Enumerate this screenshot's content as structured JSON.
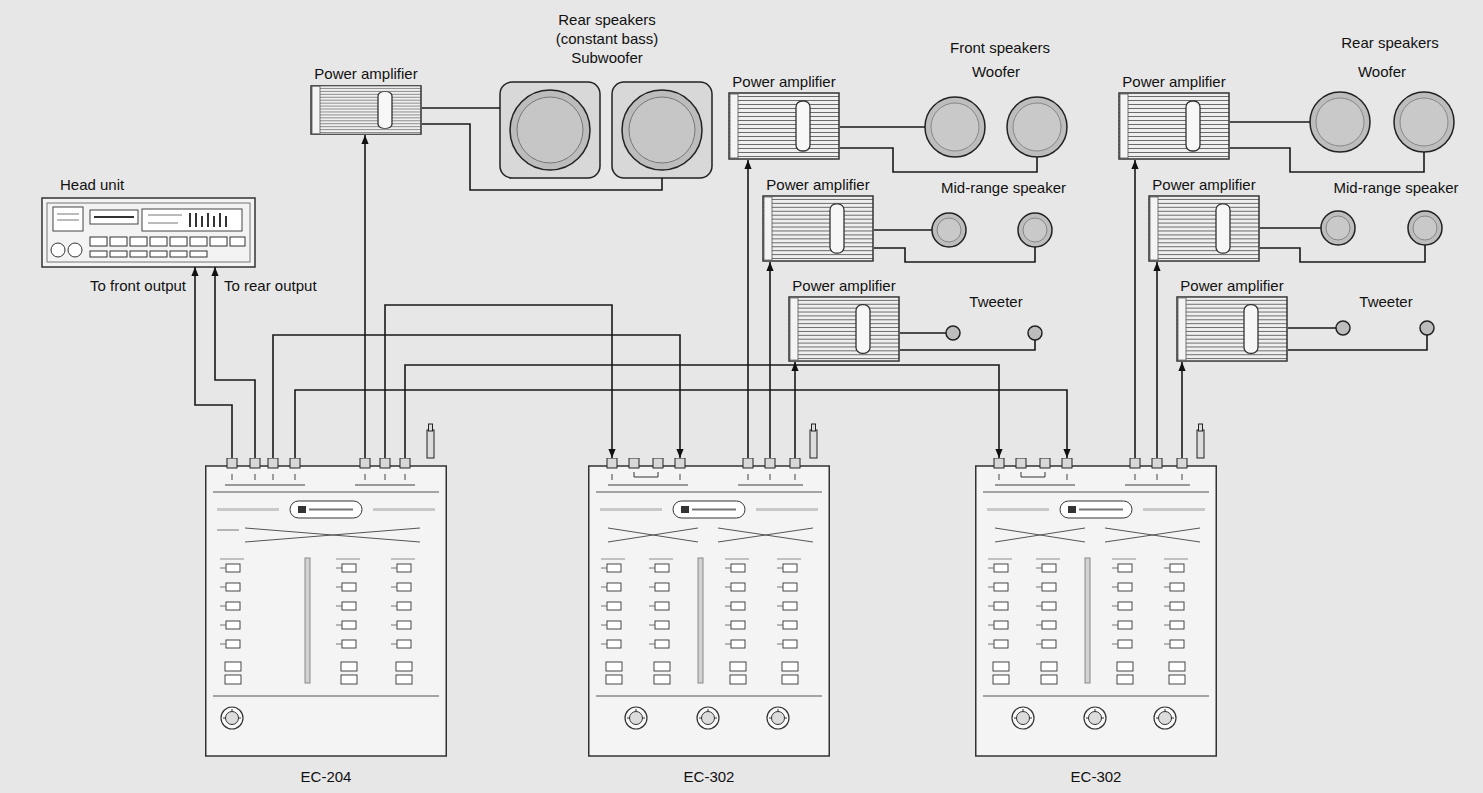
{
  "diagram": {
    "nodes": [
      {
        "text": [
          "Head unit"
        ]
      },
      {
        "text": [
          "Power amplifier"
        ]
      },
      {
        "text": [
          "Rear speakers (constant bass)",
          "Subwoofer"
        ]
      },
      {
        "text": [
          "Power amplifier"
        ]
      },
      {
        "text": [
          "Woofer"
        ]
      },
      {
        "text": [
          "Power amplifier"
        ]
      },
      {
        "text": [
          "Mid-range speaker"
        ]
      },
      {
        "text": [
          "Power amplifier"
        ]
      },
      {
        "text": [
          "Tweeter"
        ]
      },
      {
        "text": [
          "Power amplifier"
        ]
      },
      {
        "text": [
          "Woofer"
        ]
      },
      {
        "text": [
          "Power amplifier"
        ]
      },
      {
        "text": [
          "Mid-range speaker"
        ]
      },
      {
        "text": [
          "Power amplifier"
        ]
      },
      {
        "text": [
          "Tweeter"
        ]
      },
      {
        "text": [
          "EC-204"
        ]
      },
      {
        "text": [
          "EC-302"
        ]
      },
      {
        "text": [
          "EC-302"
        ]
      }
    ],
    "edges": [
      {
        "from": 15,
        "to": 0,
        "arrow": "to"
      },
      {
        "from": 15,
        "to": 0,
        "arrow": "to"
      },
      {
        "from": 15,
        "to": 16,
        "arrow": "to"
      },
      {
        "from": 15,
        "to": 16,
        "arrow": "to"
      },
      {
        "from": 15,
        "to": 17,
        "arrow": "to"
      },
      {
        "from": 15,
        "to": 17,
        "arrow": "to"
      },
      {
        "from": 15,
        "to": 1,
        "arrow": "to"
      },
      {
        "from": 16,
        "to": 3,
        "arrow": "to"
      },
      {
        "from": 16,
        "to": 5,
        "arrow": "to"
      },
      {
        "from": 16,
        "to": 7,
        "arrow": "to"
      },
      {
        "from": 17,
        "to": 9,
        "arrow": "to"
      },
      {
        "from": 17,
        "to": 11,
        "arrow": "to"
      },
      {
        "from": 17,
        "to": 13,
        "arrow": "to"
      },
      {
        "from": 1,
        "to": 2,
        "arrow": "none"
      },
      {
        "from": 3,
        "to": 4,
        "arrow": "none"
      },
      {
        "from": 5,
        "to": 6,
        "arrow": "none"
      },
      {
        "from": 7,
        "to": 8,
        "arrow": "none"
      },
      {
        "from": 9,
        "to": 10,
        "arrow": "none"
      },
      {
        "from": 11,
        "to": 12,
        "arrow": "none"
      },
      {
        "from": 13,
        "to": 14,
        "arrow": "none"
      }
    ],
    "labels": [
      "To front output",
      "To rear output",
      "Front speakers",
      "Rear speakers"
    ]
  }
}
